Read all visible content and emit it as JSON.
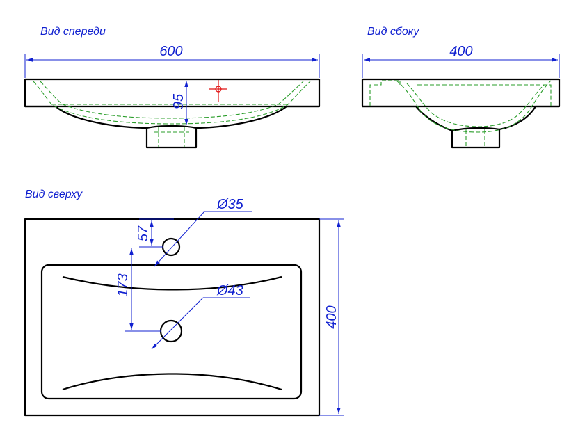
{
  "views": {
    "front_title": "Вид спереди",
    "side_title": "Вид сбоку",
    "top_title": "Вид сверху"
  },
  "dimensions": {
    "front_width": "600",
    "front_height": "95",
    "side_width": "400",
    "top_depth": "400",
    "hole_small_offset": "57",
    "hole_large_offset": "173",
    "hole_small_diameter": "Ø35",
    "hole_large_diameter": "Ø43"
  },
  "colors": {
    "outline": "#000000",
    "hidden_lines": "#2a9d2a",
    "dimension": "#1020d0",
    "center_mark": "#e01010"
  }
}
